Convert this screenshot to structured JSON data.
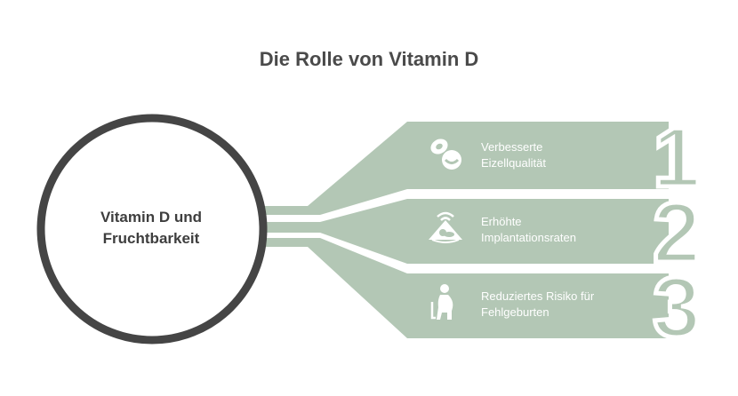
{
  "title": "Die Rolle von Vitamin D",
  "center": {
    "line1": "Vitamin D und",
    "line2": "Fruchtbarkeit"
  },
  "items": [
    {
      "number": "1",
      "line1": "Verbesserte",
      "line2": "Eizellqualität",
      "icon": "cells-icon"
    },
    {
      "number": "2",
      "line1": "Erhöhte",
      "line2": "Implantationsraten",
      "icon": "ultrasound-icon"
    },
    {
      "number": "3",
      "line1": "Reduziertes Risiko für",
      "line2": "Fehlgeburten",
      "icon": "pregnant-person-icon"
    }
  ],
  "colors": {
    "band": "#b3c7b5",
    "band_dark": "#9fb6a2",
    "circle_stroke": "#454545",
    "title": "#4a4a4a",
    "text_light": "#ffffff"
  }
}
